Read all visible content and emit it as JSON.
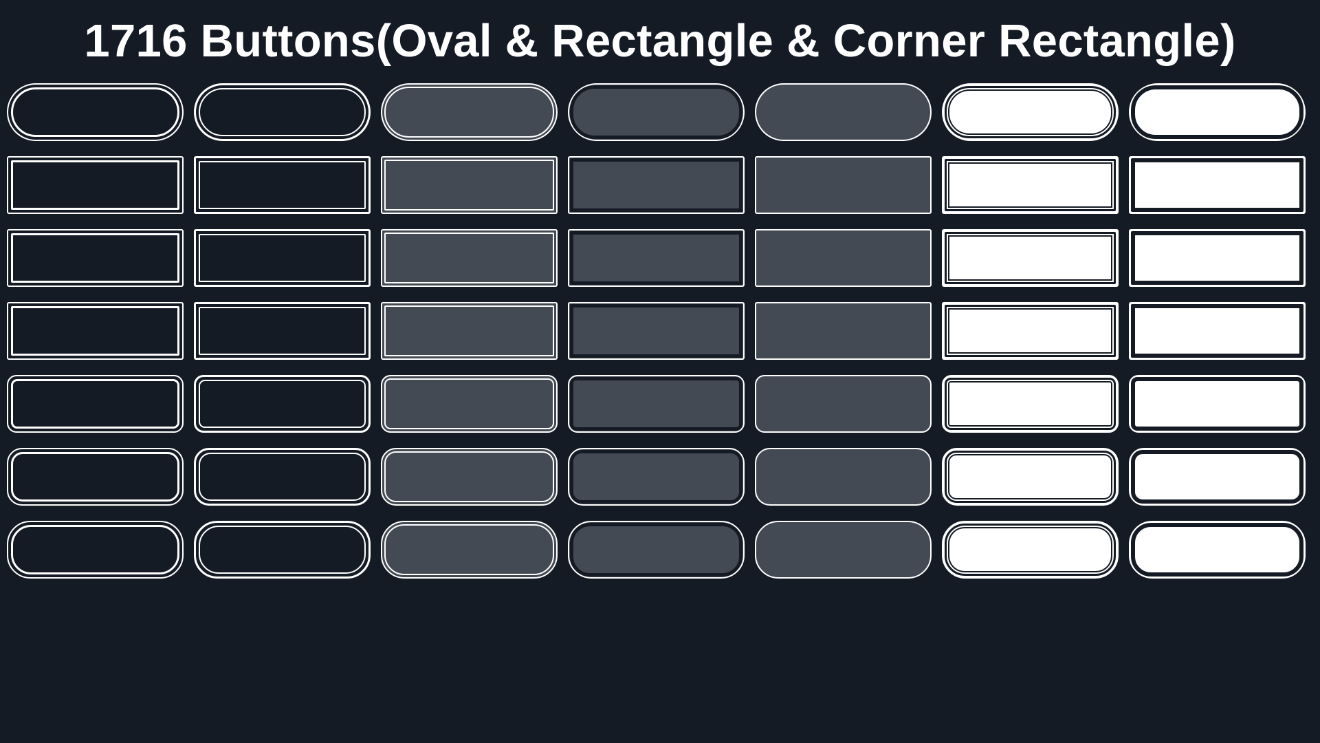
{
  "title": "1716 Buttons(Oval & Rectangle & Corner Rectangle)",
  "colors": {
    "background": "#151b24",
    "dark_fill": "#151b24",
    "gray_fill": "#444a53",
    "white_fill": "#ffffff",
    "outline": "#ffffff"
  },
  "row_shapes": [
    "oval",
    "rectangle",
    "rectangle",
    "rectangle",
    "corner-rectangle",
    "corner-rectangle",
    "corner-rectangle"
  ],
  "column_styles": [
    "dark-double-outline",
    "dark-thick-inner-outline",
    "gray-double-outline",
    "gray-dark-inset",
    "gray-single-outline",
    "white-double-outline",
    "white-dark-inset"
  ]
}
